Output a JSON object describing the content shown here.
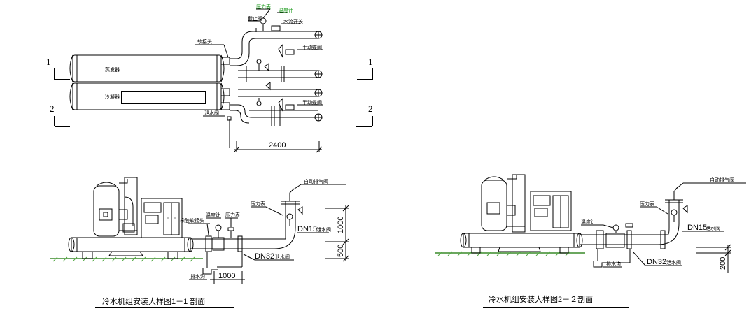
{
  "plan": {
    "tank_upper_label": "蒸发器",
    "tank_lower_label": "冷凝器",
    "label_pressure_gauge": "压力表",
    "label_thermometer": "温度计",
    "label_shutoff_valve": "截止阀",
    "label_flow_switch": "水流开关",
    "label_flex_joint": "软接头",
    "label_manual_valve_1": "手动蝶阀",
    "label_manual_valve_2": "手动蝶阀",
    "label_drain_valve": "泄水阀",
    "dim_2400": "2400",
    "section_mark_1_left": "1",
    "section_mark_1_right": "1",
    "section_mark_2_left": "2",
    "section_mark_2_right": "2"
  },
  "section1": {
    "label_rubber_joint": "橡胶软接头",
    "label_thermo": "温度计",
    "label_gauge": "压力表",
    "label_pressure": "压力表",
    "label_vent": "自动排气阀",
    "dn15": "DN15",
    "dn15_suffix": "泄水阀",
    "dn32": "DN32",
    "dn32_suffix": "泄水阀",
    "dim_1000_h": "1000",
    "dim_500": "500",
    "dim_1000_v": "1000",
    "label_drain": "排水沟",
    "title": "冷水机组安装大样图1－1 剖面"
  },
  "section2": {
    "label_vent": "自动排气阀",
    "label_gauge": "压力表",
    "label_thermo": "温度计",
    "dn15": "DN15",
    "dn15_suffix": "泄水阀",
    "dn32": "DN32",
    "dn32_suffix": "泄水阀",
    "dim_200": "200",
    "label_drain": "排水沟",
    "title": "冷水机组安装大样图2－２剖面"
  },
  "colors": {
    "line": "#000000",
    "ground": "#3a8a2a",
    "highlight_text": "#1a9a1a"
  }
}
